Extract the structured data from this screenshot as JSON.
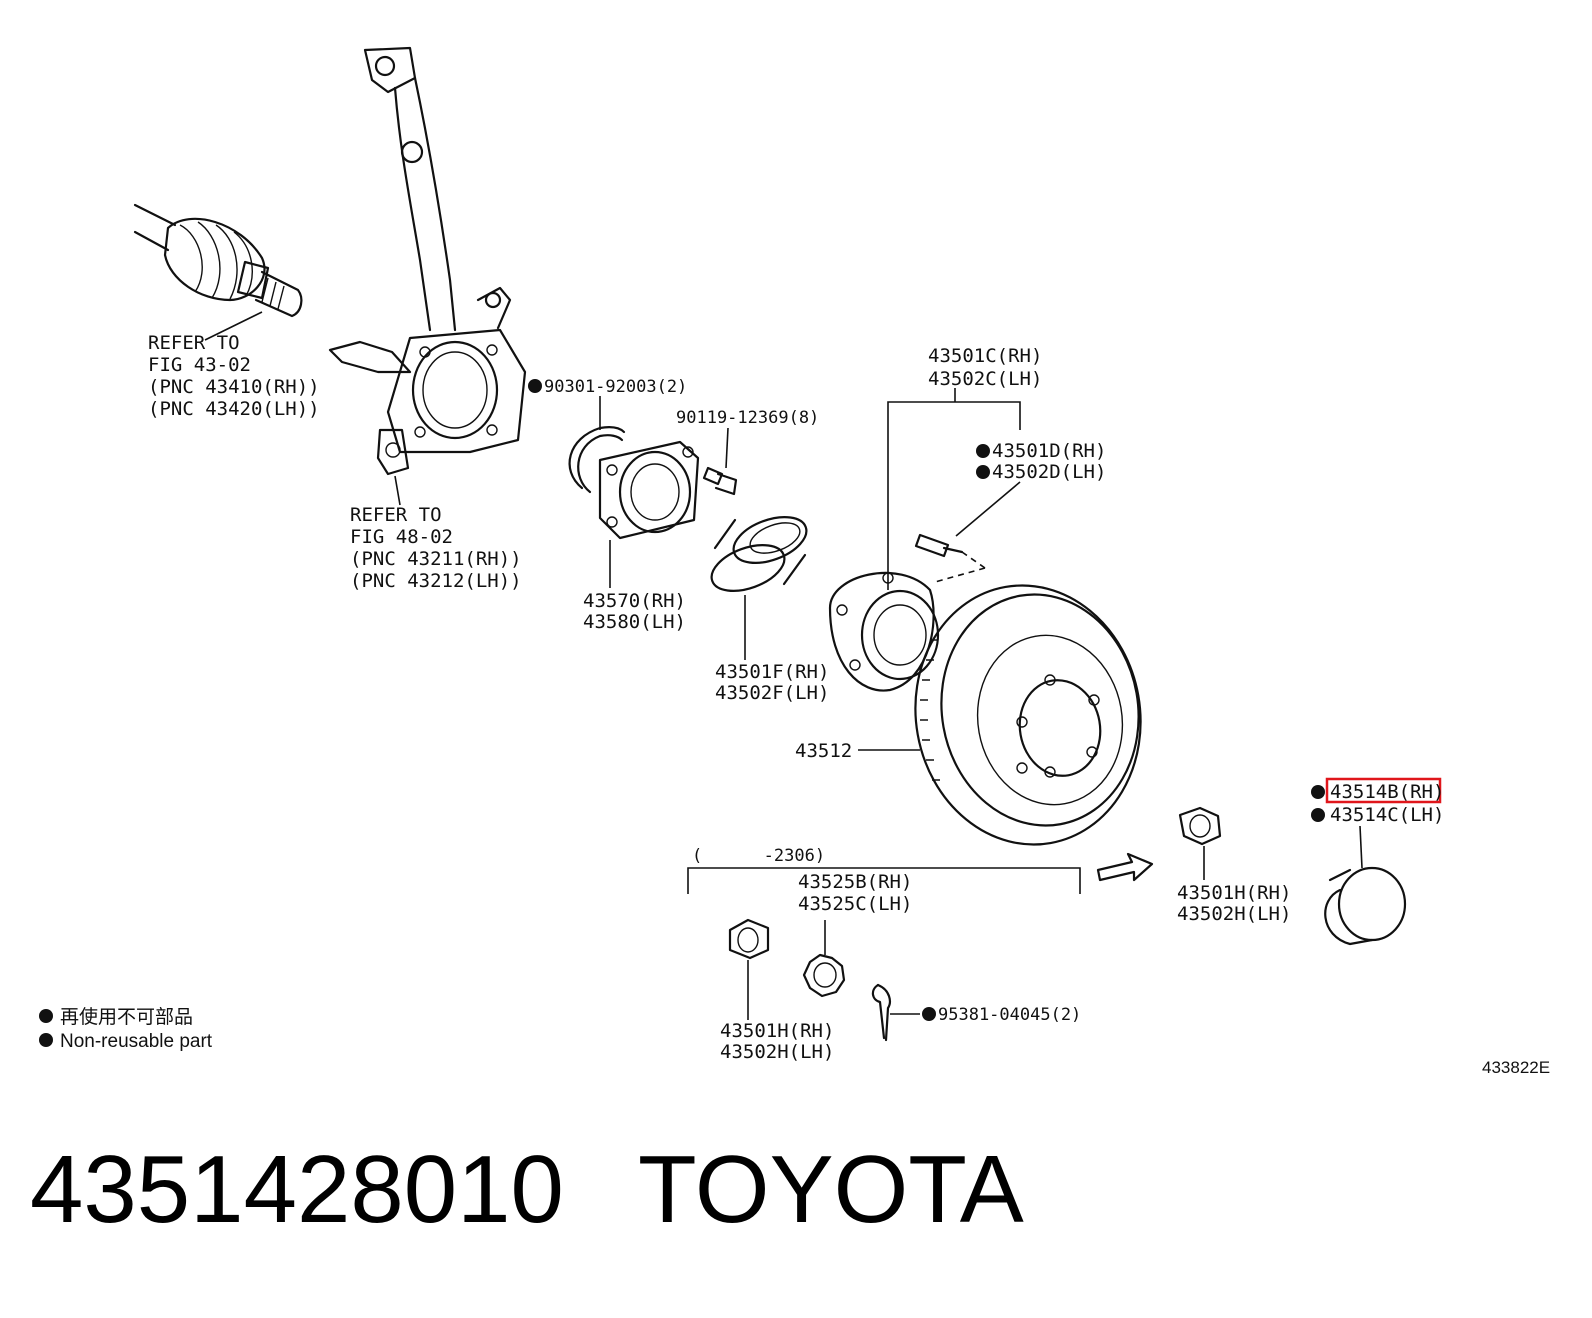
{
  "title": {
    "part_number": "4351428010",
    "brand": "TOYOTA"
  },
  "figure_id": "433822E",
  "legend": {
    "line_jp": "再使用不可部品",
    "line_en": "Non-reusable part"
  },
  "refers": {
    "driveshaft": [
      "REFER TO",
      "FIG 43-02",
      "(PNC 43410(RH))",
      "(PNC 43420(LH))"
    ],
    "knuckle": [
      "REFER TO",
      "FIG 48-02",
      "(PNC 43211(RH))",
      "(PNC 43212(LH))"
    ]
  },
  "labels": {
    "snap_ring": "90301-92003(2)",
    "hub_bolt_small": "90119-12369(8)",
    "hub_assy": [
      "43501C(RH)",
      "43502C(LH)"
    ],
    "hub_bolt": [
      "43501D(RH)",
      "43502D(LH)"
    ],
    "bearing": [
      "43570(RH)",
      "43580(LH)"
    ],
    "seal": [
      "43501F(RH)",
      "43502F(LH)"
    ],
    "disc": "43512",
    "cap_highlight": "43514B(RH)",
    "cap_lh": "43514C(LH)",
    "nut_right": [
      "43501H(RH)",
      "43502H(LH)"
    ],
    "date_range": "(      -2306)",
    "lock_cap": [
      "43525B(RH)",
      "43525C(LH)"
    ],
    "nut_bottom": [
      "43501H(RH)",
      "43502H(LH)"
    ],
    "cotter_pin": "95381-04045(2)"
  },
  "colors": {
    "highlight": "#e0161b",
    "ink": "#111111"
  }
}
